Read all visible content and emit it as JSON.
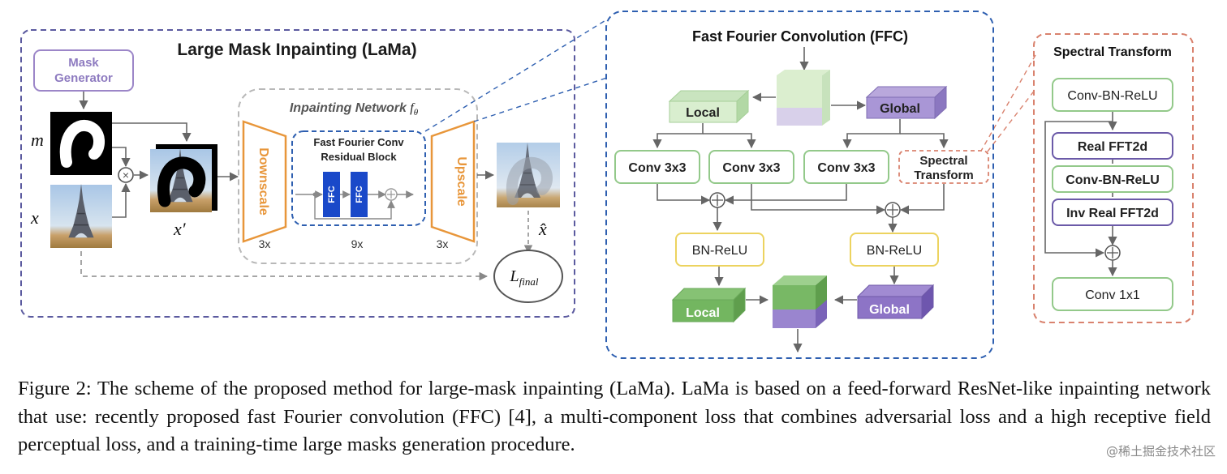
{
  "lama": {
    "title": "Large Mask Inpainting (LaMa)",
    "mask_generator": [
      "Mask",
      "Generator"
    ],
    "var_m": "m",
    "var_x": "x",
    "var_xprime": "x′",
    "var_xhat": "x̂",
    "inpainting_network": "Inpainting Network",
    "f_theta": "f",
    "theta": "θ",
    "downscale": "Downscale",
    "upscale": "Upscale",
    "ffc_block": [
      "Fast Fourier Conv",
      "Residual Block"
    ],
    "ffc_label": "FFC",
    "count_down": "3x",
    "count_mid": "9x",
    "count_up": "3x",
    "loss_main": "L",
    "loss_sub": "final",
    "multiply_symbol": "⊗",
    "plus_symbol": "⊕"
  },
  "ffc": {
    "title": "Fast Fourier Convolution (FFC)",
    "local": "Local",
    "global": "Global",
    "conv_3x3": "Conv 3x3",
    "spectral_transform": [
      "Spectral",
      "Transform"
    ],
    "bn_relu": "BN-ReLU",
    "local_out": "Local",
    "global_out": "Global"
  },
  "spectral": {
    "title": "Spectral Transform",
    "steps": [
      "Conv-BN-ReLU",
      "Real FFT2d",
      "Conv-BN-ReLU",
      "Inv Real FFT2d",
      "Conv 1x1"
    ]
  },
  "colors": {
    "lama_border": "#5b5a9f",
    "ffc_border": "#2e5fb0",
    "spectral_border": "#d9826e",
    "orange": "#e8963a",
    "blue_block": "#1a49c9",
    "green": "#93c98a",
    "purple": "#9c86c8",
    "yellow": "#ecd35f"
  },
  "caption": "Figure 2: The scheme of the proposed method for large-mask inpainting (LaMa). LaMa is based on a feed-forward ResNet-like inpainting network that use: recently proposed fast Fourier convolution (FFC) [4], a multi-component loss that combines adversarial loss and a high receptive field perceptual loss, and a training-time large masks generation procedure.",
  "watermark": "@稀土掘金技术社区"
}
